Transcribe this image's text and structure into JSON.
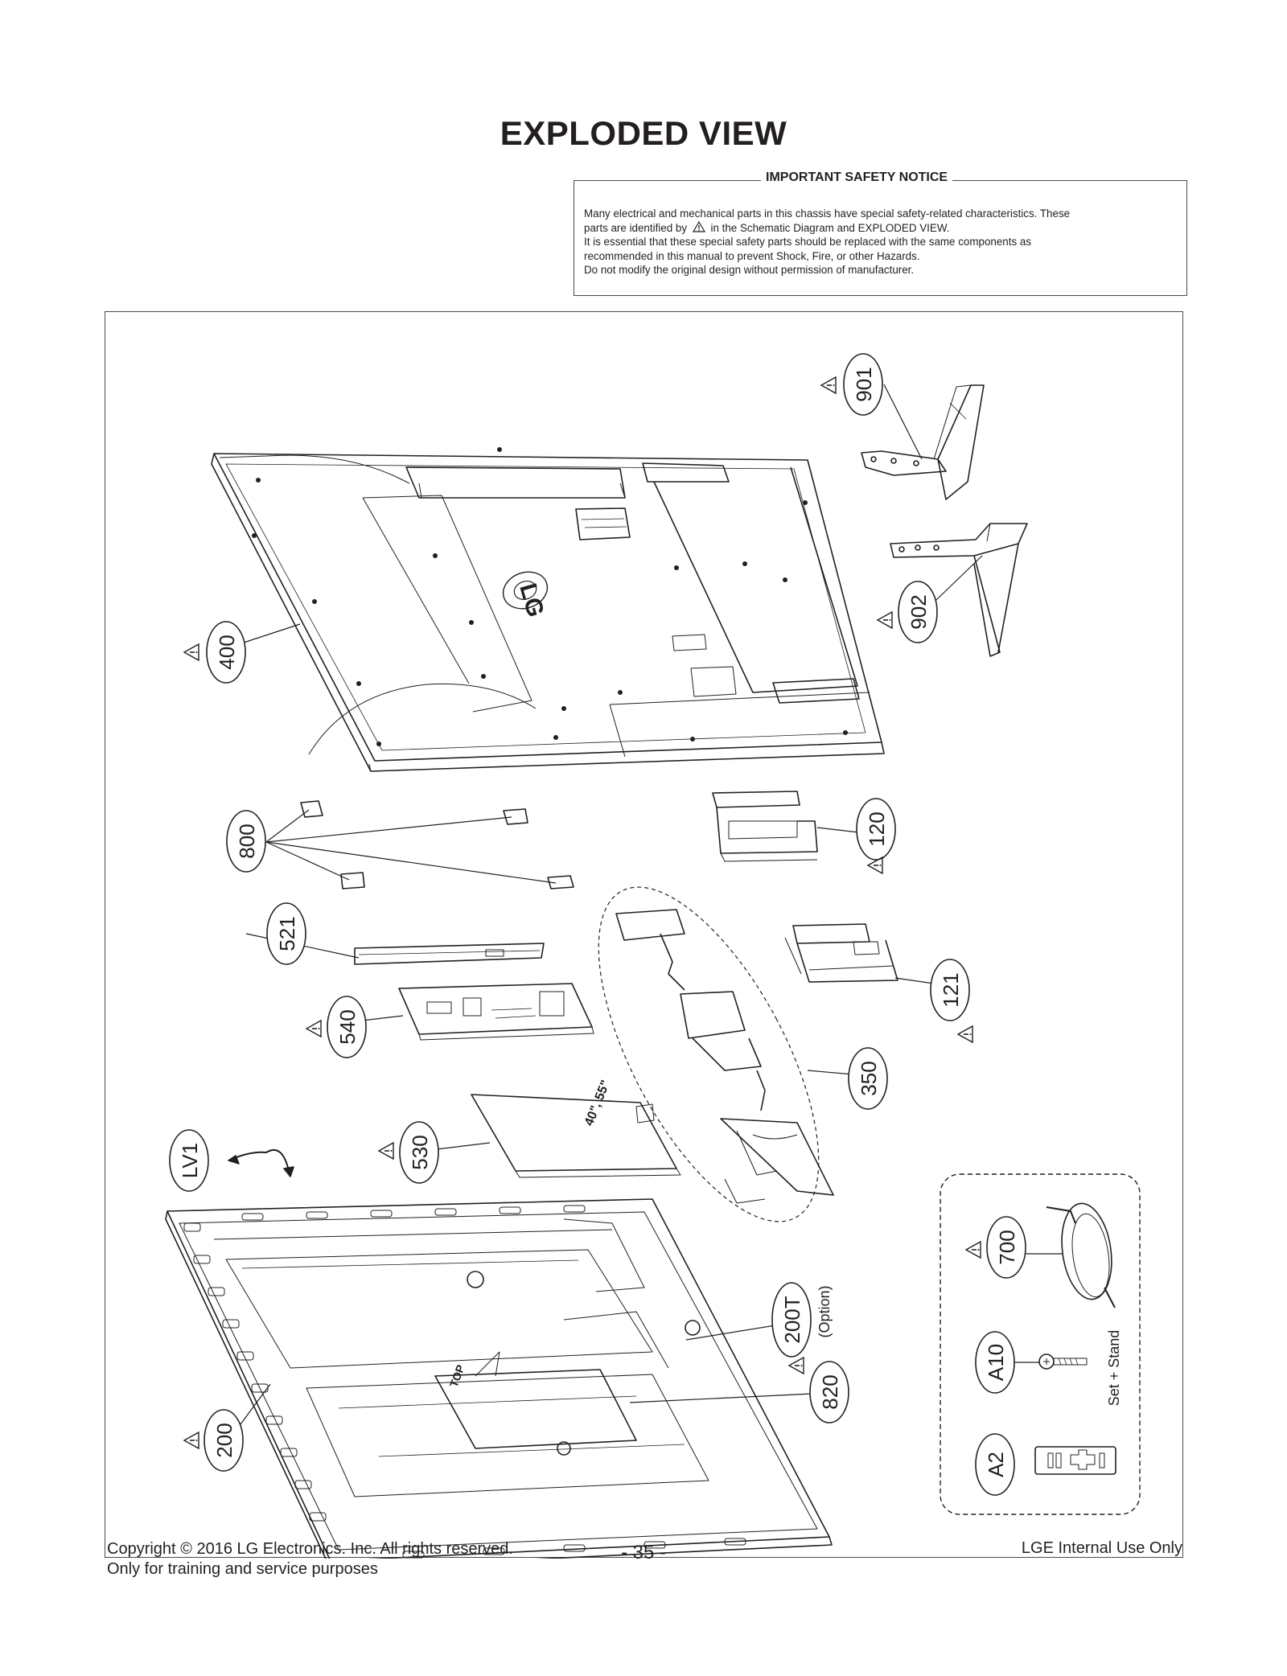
{
  "title": "EXPLODED VIEW",
  "notice": {
    "title": "IMPORTANT SAFETY NOTICE",
    "line1": "Many electrical and mechanical parts in this chassis have special safety-related characteristics. These",
    "line2_a": "parts are identified by",
    "line2_b": "in the Schematic Diagram and EXPLODED VIEW.",
    "line3": "It is essential that these special safety parts should be replaced with the same components as",
    "line4": "recommended in this manual to prevent Shock, Fire, or other Hazards.",
    "line5": "Do not modify the original design without permission of manufacturer."
  },
  "labels": {
    "p901": "901",
    "p902": "902",
    "p400": "400",
    "p120": "120",
    "p800": "800",
    "p521": "521",
    "p121": "121",
    "p540": "540",
    "p350": "350",
    "p530": "530",
    "pLV1": "LV1",
    "p700": "700",
    "p200T": "200T",
    "option": "(Option)",
    "pA10": "A10",
    "set_stand": "Set + Stand",
    "p820": "820",
    "p200": "200",
    "pA2": "A2",
    "logo": "LG",
    "top": "TOP",
    "panel_text1": "40\", 55\""
  },
  "footer": {
    "copyright": "Copyright  © 2016 LG Electronics. Inc. All rights reserved.",
    "purpose": "Only for training and service purposes",
    "page": "- 35 -",
    "internal": "LGE Internal Use Only"
  }
}
